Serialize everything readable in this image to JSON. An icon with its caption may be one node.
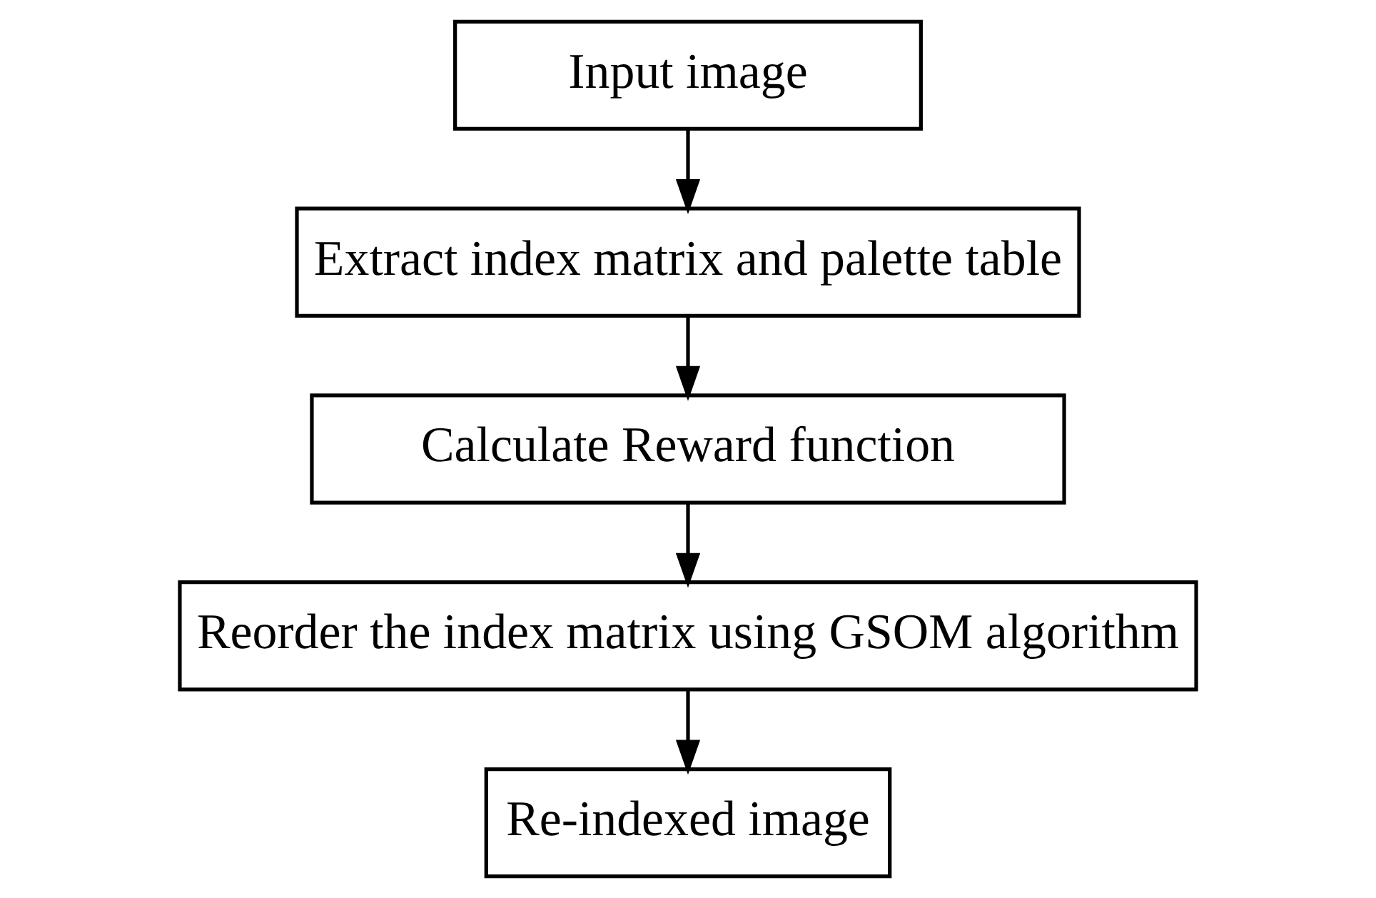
{
  "diagram": {
    "nodes": [
      {
        "text": [
          "Input image"
        ]
      },
      {
        "text": [
          "Extract index matrix and palette table"
        ]
      },
      {
        "text": [
          "Calculate Reward function"
        ]
      },
      {
        "text": [
          "Reorder the index matrix using GSOM algorithm"
        ]
      },
      {
        "text": [
          "Re-indexed image"
        ]
      }
    ],
    "edges": [
      {
        "from": 0,
        "to": 1,
        "arrow": "to"
      },
      {
        "from": 1,
        "to": 2,
        "arrow": "to"
      },
      {
        "from": 2,
        "to": 3,
        "arrow": "to"
      },
      {
        "from": 3,
        "to": 4,
        "arrow": "to"
      }
    ]
  }
}
